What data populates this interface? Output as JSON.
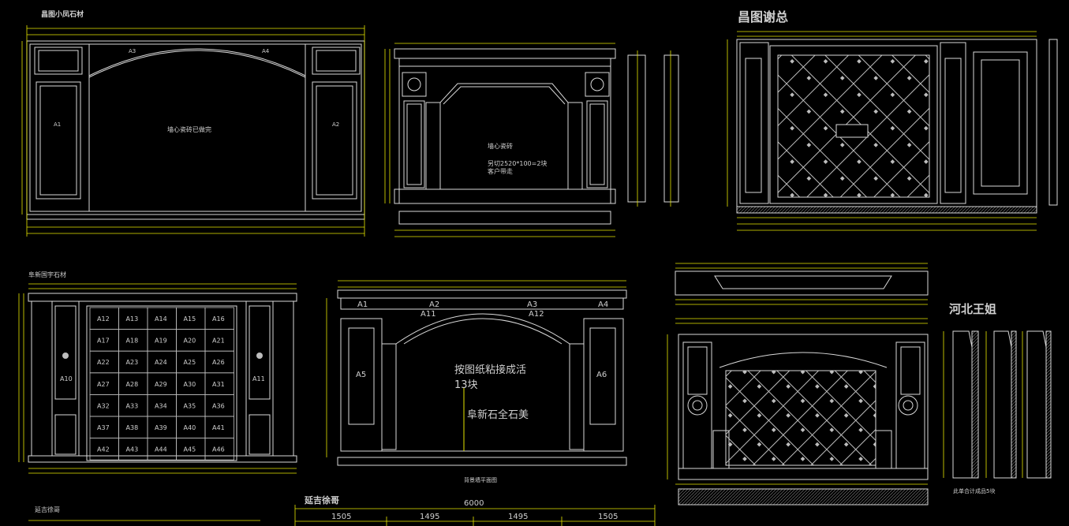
{
  "titles": {
    "top_left": "昌图小凤石材",
    "top_right": "昌图谢总",
    "mid_left": "阜新国宇石材",
    "hebei": "河北王姐",
    "bottom_left": "延吉徐哥",
    "bottom_center": "延吉徐哥"
  },
  "panel1": {
    "label_a3": "A3",
    "label_a4": "A4",
    "label_a1": "A1",
    "label_a2": "A2",
    "center_note": "墙心瓷砖已做完"
  },
  "panel2": {
    "note1": "墙心瓷砖",
    "note2": "另切2520*100=2块",
    "note3": "客户带走"
  },
  "panel4": {
    "grid_rows": [
      [
        "A12",
        "A13",
        "A14",
        "A15",
        "A16"
      ],
      [
        "A17",
        "A18",
        "A19",
        "A20",
        "A21"
      ],
      [
        "A22",
        "A23",
        "A24",
        "A25",
        "A26"
      ],
      [
        "A27",
        "A28",
        "A29",
        "A30",
        "A31"
      ],
      [
        "A32",
        "A33",
        "A34",
        "A35",
        "A36"
      ],
      [
        "A37",
        "A38",
        "A39",
        "A40",
        "A41"
      ],
      [
        "A42",
        "A43",
        "A44",
        "A45",
        "A46"
      ]
    ],
    "left_panel": "A10",
    "right_panel": "A11"
  },
  "panel5": {
    "top_labels": [
      "A1",
      "A2",
      "A3",
      "A4"
    ],
    "arch_left": "A11",
    "arch_right": "A12",
    "side_left": "A5",
    "side_right": "A6",
    "note1": "按图纸粘接成活",
    "note2": "13块",
    "note3": "阜新石全石美",
    "caption": "背景墙平面图"
  },
  "panel7": {
    "caption": "此单合计成品5块"
  },
  "dimensions": {
    "total": "6000",
    "segments": [
      "1505",
      "1495",
      "1495",
      "1505"
    ]
  },
  "colors": {
    "line": "#d9d9d9",
    "dimension": "#e6e600",
    "background": "#000000"
  }
}
